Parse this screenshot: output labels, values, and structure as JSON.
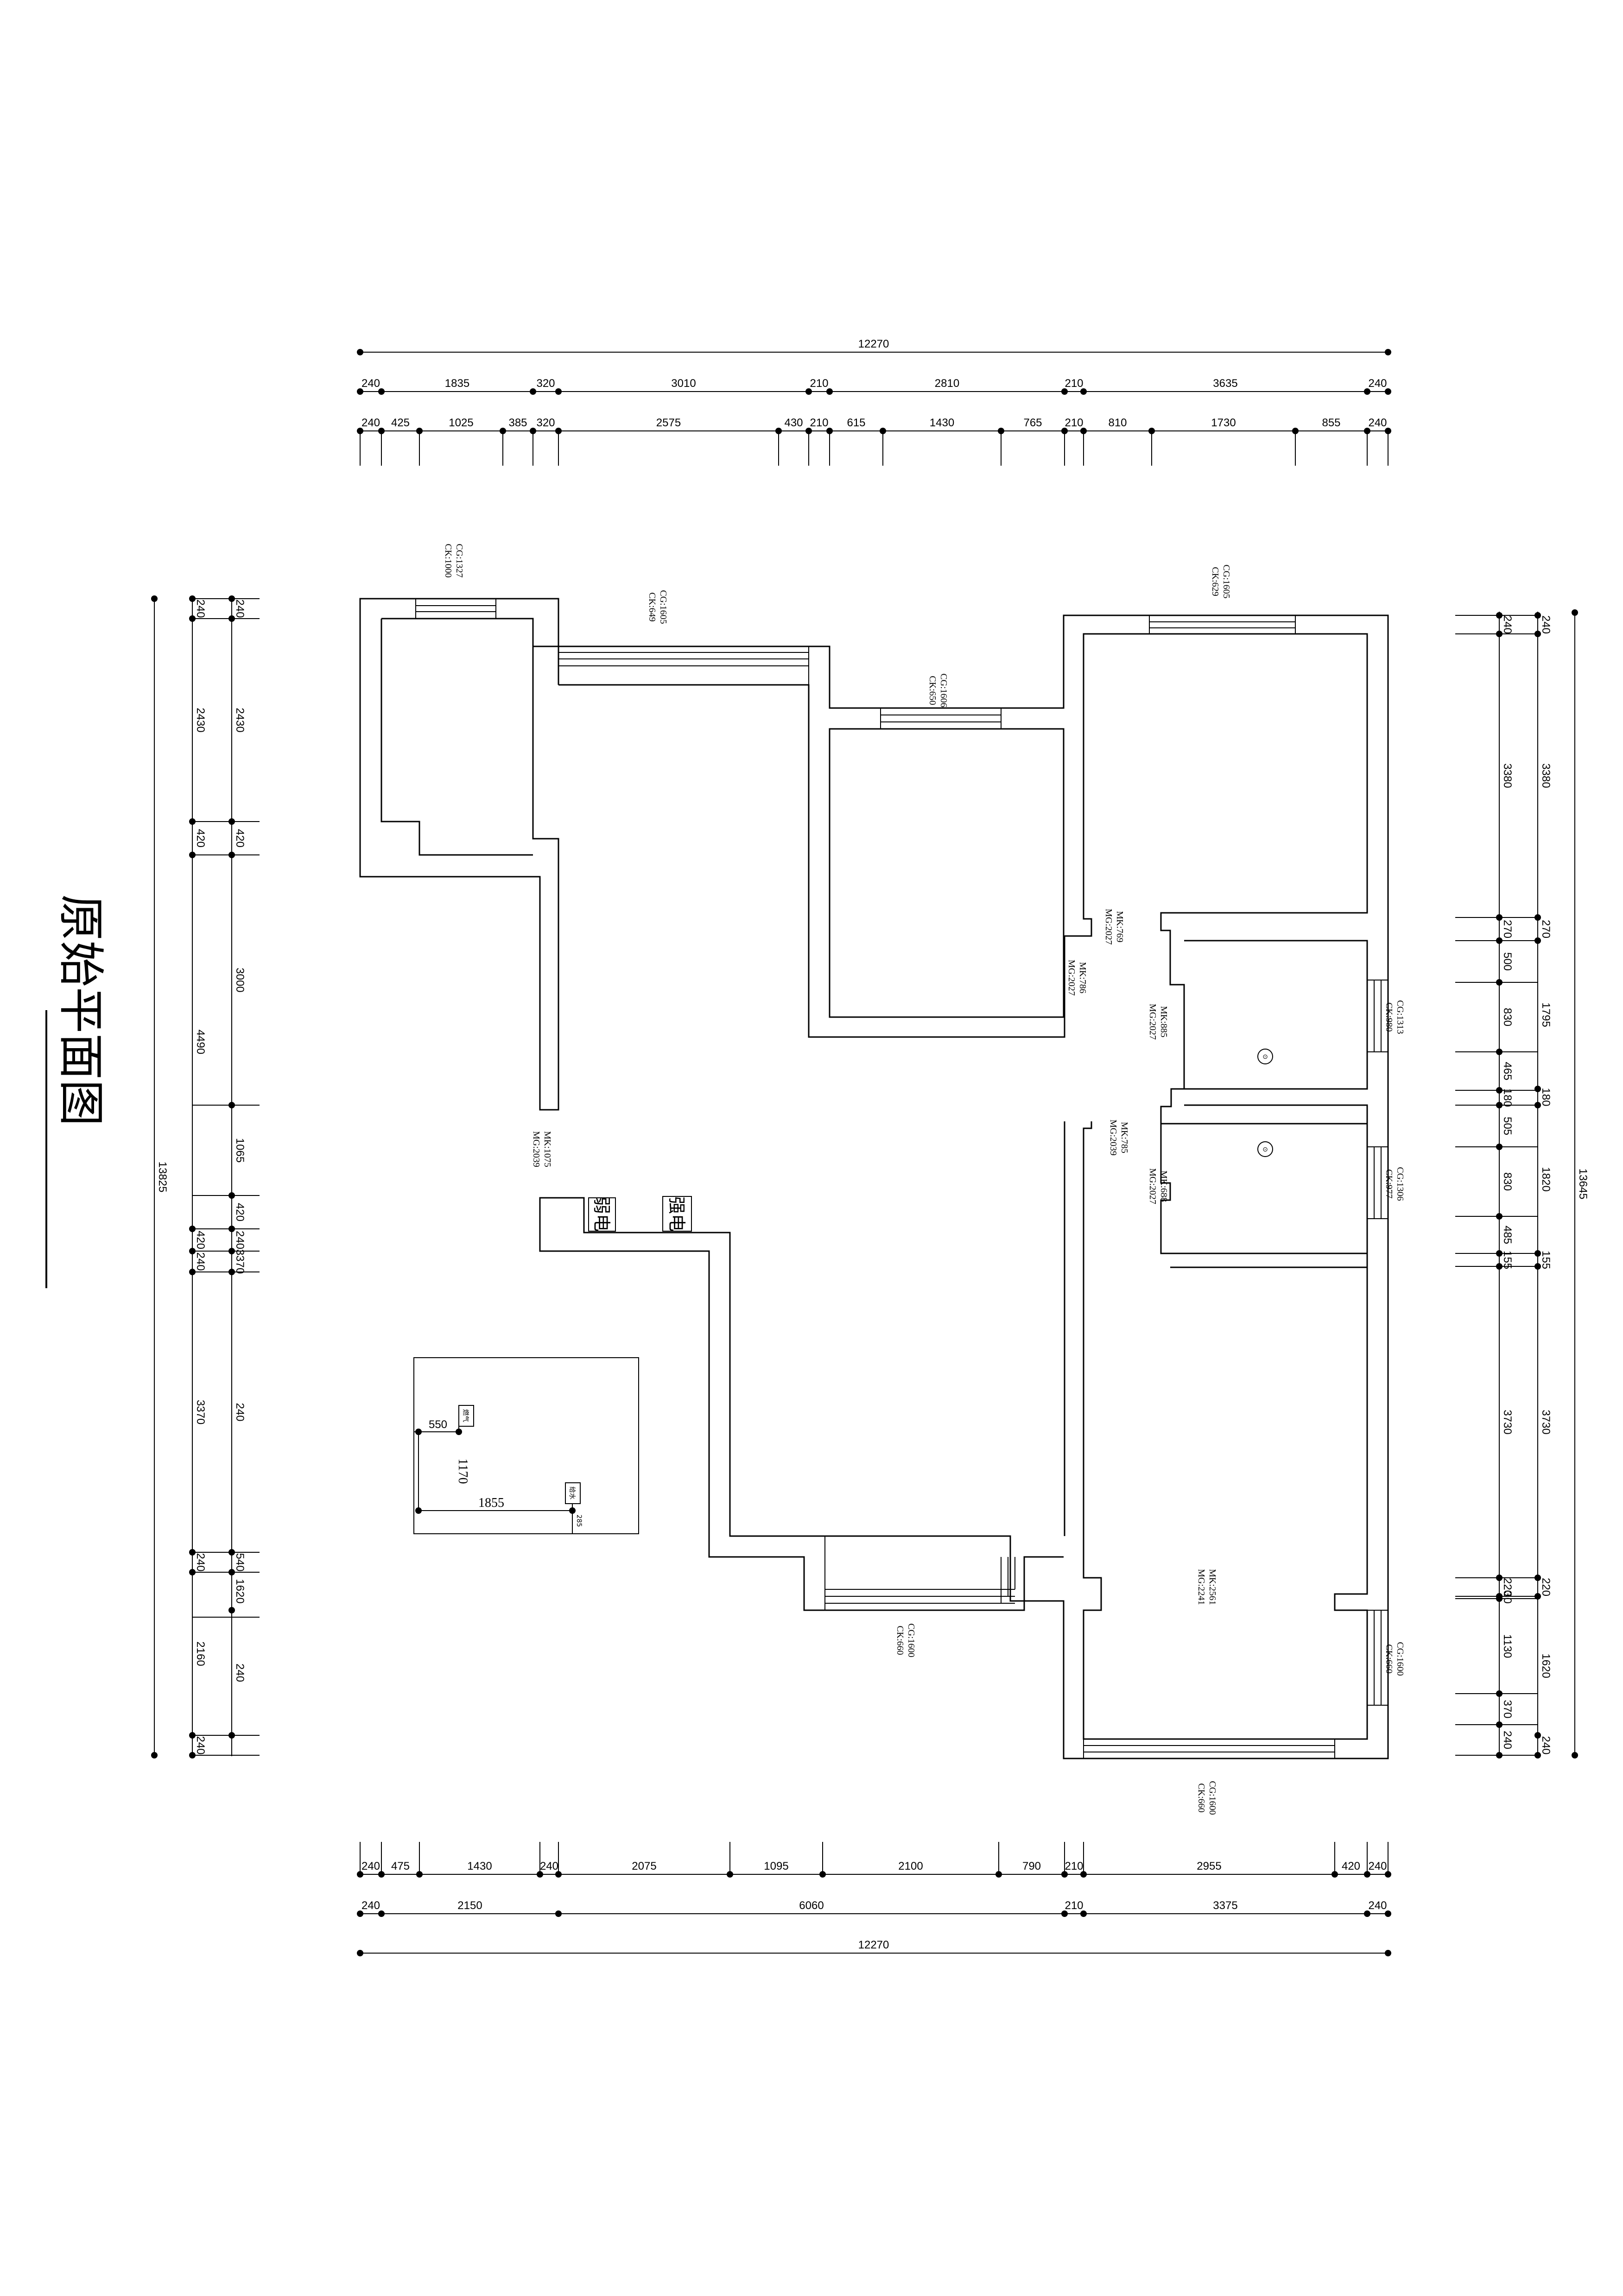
{
  "title": "原始平面图",
  "dimensions": {
    "top_total": "12270",
    "top_row1": [
      "240",
      "1835",
      "320",
      "3010",
      "210",
      "2810",
      "210",
      "3635",
      "240"
    ],
    "top_row2": [
      "240",
      "425",
      "1025",
      "385",
      "320",
      "2575",
      "430",
      "210",
      "615",
      "1430",
      "765",
      "210",
      "810",
      "1730",
      "855",
      "240"
    ],
    "bottom_row1": [
      "240",
      "475",
      "1430",
      "240",
      "2075",
      "1095",
      "2100",
      "790",
      "210",
      "2955",
      "420",
      "240"
    ],
    "bottom_row2": [
      "240",
      "2150",
      "6060",
      "210",
      "3375",
      "240"
    ],
    "bottom_total": "12270",
    "left_total": "13825",
    "left_outer": [
      "240",
      "2430",
      "420",
      "4490",
      "420",
      "240",
      "3370",
      "240",
      "2160",
      "240"
    ],
    "left_inner": [
      "240",
      "2430",
      "420",
      "3000",
      "1065",
      "420",
      "240",
      "3370",
      "240",
      "540",
      "1620",
      "240"
    ],
    "right_total": "13645",
    "right_inner": [
      "240",
      "3380",
      "270",
      "500",
      "830",
      "465",
      "180",
      "505",
      "830",
      "485",
      "155",
      "3730",
      "220",
      "30",
      "1130",
      "370",
      "240"
    ],
    "right_outer": [
      "240",
      "3380",
      "270",
      "1795",
      "180",
      "1820",
      "155",
      "3730",
      "220",
      "1620",
      "240"
    ]
  },
  "annotations": {
    "win_nw": [
      "CG:1327",
      "CK:1000"
    ],
    "win_n1": [
      "CG:1605",
      "CK:649"
    ],
    "win_n2": [
      "CG:1606",
      "CK:650"
    ],
    "win_ne": [
      "CG:1605",
      "CK:629"
    ],
    "door_a": [
      "MK:769",
      "MG:2027"
    ],
    "door_b": [
      "MK:786",
      "MG:2027"
    ],
    "door_c": [
      "MK:885",
      "MG:2027"
    ],
    "win_e1": [
      "CG:1313",
      "CK:980"
    ],
    "door_d": [
      "MK:1075",
      "MG:2039"
    ],
    "door_e": [
      "MK:785",
      "MG:2039"
    ],
    "door_f": [
      "MK:688",
      "MG:2027"
    ],
    "win_e2": [
      "CG:1306",
      "CK:977"
    ],
    "door_g": [
      "MK:2561",
      "MG:2241"
    ],
    "win_s1": [
      "CG:1600",
      "CK:660"
    ],
    "win_e3": [
      "CG:1600",
      "CK:660"
    ],
    "win_s2": [
      "CG:1600",
      "CK:660"
    ]
  },
  "labels": {
    "weak_current": "弱电",
    "strong_current": "强电",
    "gas": "燃气",
    "water": "给水"
  },
  "detail": {
    "dim_550": "550",
    "dim_1170": "1170",
    "dim_1855": "1855",
    "dim_285": "285"
  }
}
